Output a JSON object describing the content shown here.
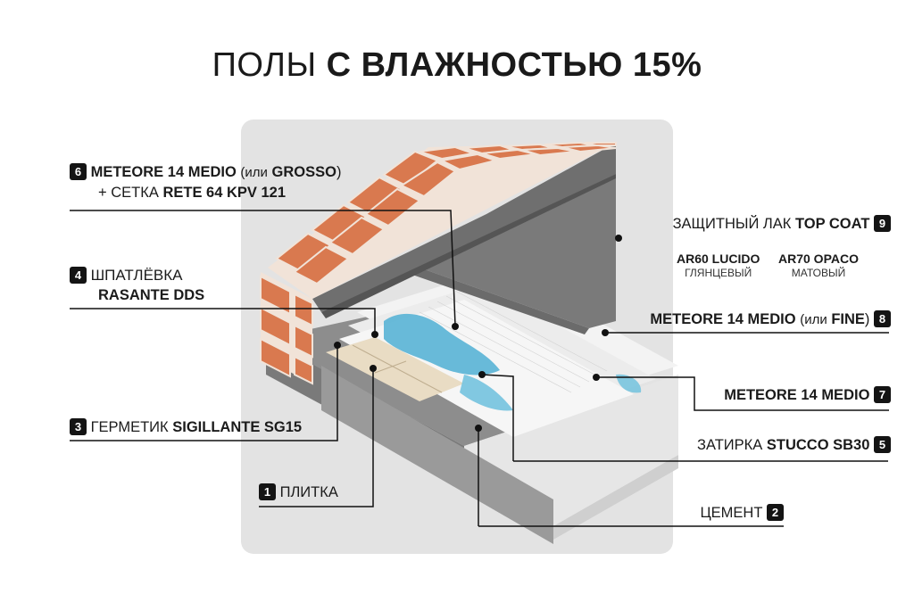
{
  "title": {
    "light": "ПОЛЫ",
    "bold": "С ВЛАЖНОСТЬЮ 15%"
  },
  "layers": {
    "l1": {
      "num": "1",
      "text": "ПЛИТКА"
    },
    "l2": {
      "num": "2",
      "text": "ЦЕМЕНТ"
    },
    "l3": {
      "num": "3",
      "prefix": "ГЕРМЕТИК",
      "bold": "SIGILLANTE SG15"
    },
    "l4": {
      "num": "4",
      "line1": "ШПАТЛЁВКА",
      "line2": "RASANTE DDS"
    },
    "l5": {
      "num": "5",
      "prefix": "ЗАТИРКА",
      "bold": "STUCCO SB30"
    },
    "l6": {
      "num": "6",
      "bold1": "METEORE 14 MEDIO",
      "mid": "(или",
      "bold2": "GROSSO",
      "end": ")",
      "line2_prefix": "+ СЕТКА",
      "line2_bold": "RETE 64 KPV 121"
    },
    "l7": {
      "num": "7",
      "bold": "METEORE 14 MEDIO"
    },
    "l8": {
      "num": "8",
      "bold1": "METEORE 14 MEDIO",
      "mid": "(или",
      "bold2": "FINE",
      "end": ")"
    },
    "l9": {
      "num": "9",
      "prefix": "ЗАЩИТНЫЙ ЛАК",
      "bold": "TOP COAT"
    }
  },
  "finishes": [
    {
      "name": "AR60 LUCIDO",
      "desc": "ГЛЯНЦЕВЫЙ"
    },
    {
      "name": "AR70 OPACO",
      "desc": "МАТОВЫЙ"
    }
  ],
  "colors": {
    "brick": "#d9794f",
    "mortar": "#f1e3d8",
    "concrete": "#8d8d8d",
    "topcoat": "#7a7a7a",
    "tile": "#e9dcc4",
    "waterproof_blue": "#59b4d6",
    "panel_bg": "#e3e3e3"
  }
}
